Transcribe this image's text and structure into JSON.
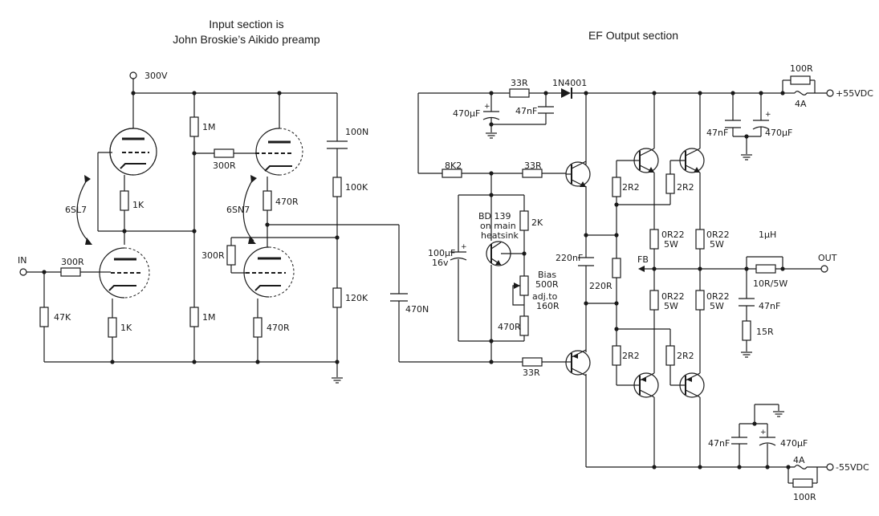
{
  "headings": {
    "input_l1": "Input section is",
    "input_l2": "John Broskie’s Aikido preamp",
    "output": "EF Output section"
  },
  "input_section": {
    "supply": "300V",
    "tube1": "6SL7",
    "tube2": "6SN7",
    "in_label": "IN",
    "r_in": "300R",
    "r_grid": "47K",
    "r_k_upper1": "1K",
    "r_k_lower1": "1K",
    "r_div_top": "1M",
    "r_div_bot": "1M",
    "r_grid2": "300R",
    "r_k_upper2": "470R",
    "r_grid3": "300R",
    "r_k_lower2": "470R",
    "c_supply": "100N",
    "r_bias_top": "100K",
    "r_bias_bot": "120K",
    "c_couple": "470N"
  },
  "output_section": {
    "r_33_top": "33R",
    "diode": "1N4001",
    "c_470u_top": "470µF",
    "c_47n_top": "47nF",
    "r_8k2": "8K2",
    "r_33_drv": "33R",
    "vbe_l1": "BD 139",
    "vbe_l2": "on main",
    "vbe_l3": "heatsink",
    "r_2k": "2K",
    "c_100u": "100µF",
    "c_100u_v": "16v",
    "bias_l1": "Bias",
    "bias_l2": "500R",
    "bias_l3": "adj.to",
    "bias_l4": "160R",
    "r_470": "470R",
    "r_33_bot": "33R",
    "c_220n": "220nF",
    "r_220": "220R",
    "r_2r2_a": "2R2",
    "r_2r2_b": "2R2",
    "r_2r2_c": "2R2",
    "r_2r2_d": "2R2",
    "r_0r22_a": "0R22",
    "w_0r22_a": "5W",
    "r_0r22_b": "0R22",
    "w_0r22_b": "5W",
    "r_0r22_c": "0R22",
    "w_0r22_c": "5W",
    "r_0r22_d": "0R22",
    "w_0r22_d": "5W",
    "fb": "FB",
    "inductor": "1µH",
    "r_10r": "10R/5W",
    "out": "OUT",
    "c_47n_zobel": "47nF",
    "r_15r": "15R",
    "r_100r_top": "100R",
    "fuse_top": "4A",
    "vpos": "+55VDC",
    "c_47n_pos": "47nF",
    "c_470u_pos": "470µF",
    "c_47n_neg": "47nF",
    "c_470u_neg": "470µF",
    "fuse_bot": "4A",
    "r_100r_bot": "100R",
    "vneg": "-55VDC"
  }
}
